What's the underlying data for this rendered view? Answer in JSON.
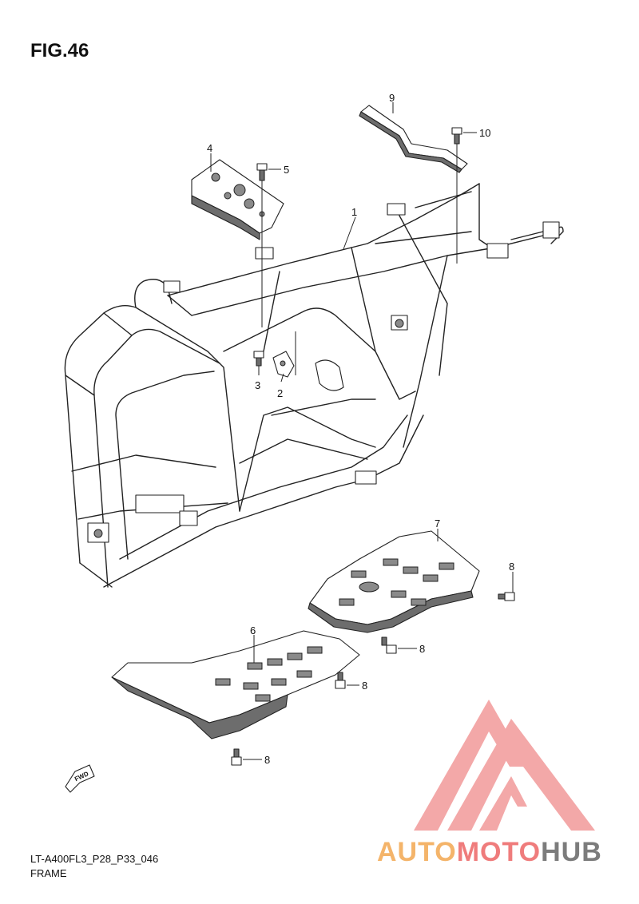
{
  "figure": {
    "title": "FIG.46",
    "model_code": "LT-A400FL3_P28_P33_046",
    "section_name": "FRAME"
  },
  "callouts": [
    {
      "id": "c1",
      "label": "1"
    },
    {
      "id": "c2",
      "label": "2"
    },
    {
      "id": "c3",
      "label": "3"
    },
    {
      "id": "c4",
      "label": "4"
    },
    {
      "id": "c5",
      "label": "5"
    },
    {
      "id": "c6",
      "label": "6"
    },
    {
      "id": "c7",
      "label": "7"
    },
    {
      "id": "c8a",
      "label": "8"
    },
    {
      "id": "c8b",
      "label": "8"
    },
    {
      "id": "c8c",
      "label": "8"
    },
    {
      "id": "c8d",
      "label": "8"
    },
    {
      "id": "c9",
      "label": "9"
    },
    {
      "id": "c10",
      "label": "10"
    }
  ],
  "fwd_label": "FWD",
  "watermark": {
    "part1": "AUTO",
    "part2": "MOTO",
    "part3": "HUB",
    "colors": {
      "auto": "#f4b46a",
      "moto": "#ef7c7c",
      "hub": "#7c7c7c",
      "logo": "#f29a9a"
    }
  }
}
